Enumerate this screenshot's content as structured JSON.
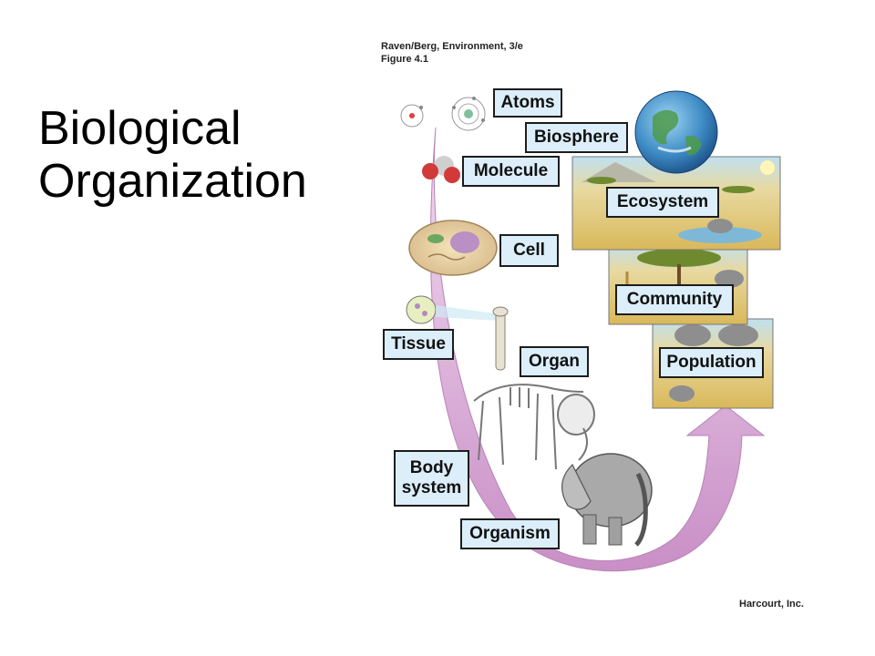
{
  "slide": {
    "title_line1": "Biological",
    "title_line2": "Organization"
  },
  "figure": {
    "credit_line1": "Raven/Berg, Environment, 3/e",
    "credit_line2": "Figure 4.1",
    "publisher": "Harcourt, Inc.",
    "levels": {
      "atoms": "Atoms",
      "biosphere": "Biosphere",
      "molecule": "Molecule",
      "ecosystem": "Ecosystem",
      "cell": "Cell",
      "community": "Community",
      "tissue": "Tissue",
      "organ": "Organ",
      "population": "Population",
      "body_system_line1": "Body",
      "body_system_line2": "system",
      "organism": "Organism"
    },
    "colors": {
      "arrow": "#d9a6d6",
      "label_fill": "#dceefa",
      "savanna": "#e5c66b",
      "sky": "#b9dcef"
    }
  }
}
